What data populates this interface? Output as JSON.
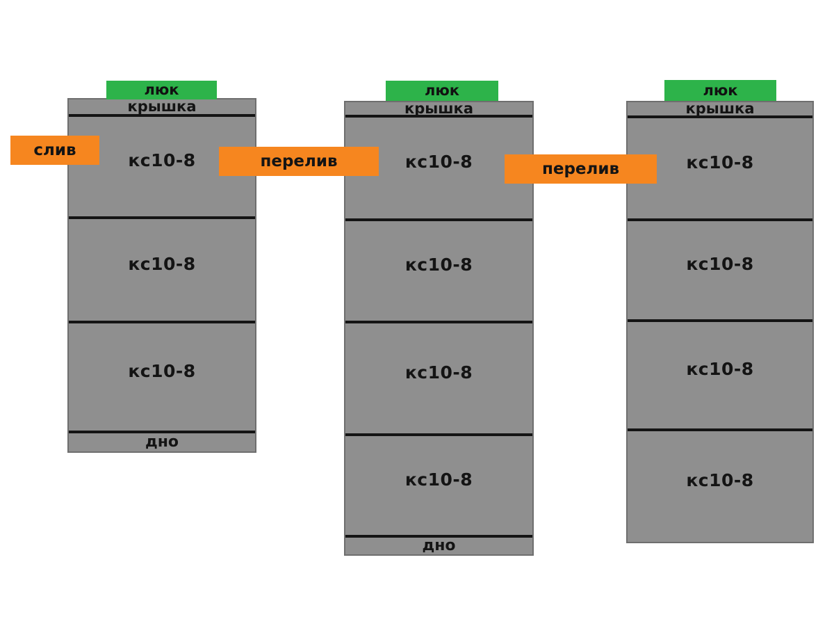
{
  "diagram": {
    "background_color": "#ffffff",
    "colors": {
      "tank_fill": "#8f8f8f",
      "tank_border": "#6e6e6e",
      "divider_line": "#141414",
      "hatch_green": "#2db34a",
      "flow_orange": "#f6861f",
      "label_text": "#141414"
    },
    "flows": {
      "drain": {
        "label": "слив"
      },
      "overflow_1": {
        "label": "перелив"
      },
      "overflow_2": {
        "label": "перелив"
      }
    },
    "tanks": [
      {
        "hatch_label": "люк",
        "cover_label": "крышка",
        "rings": [
          "кс10-8",
          "кс10-8",
          "кс10-8"
        ],
        "bottom_label": "дно"
      },
      {
        "hatch_label": "люк",
        "cover_label": "крышка",
        "rings": [
          "кс10-8",
          "кс10-8",
          "кс10-8",
          "кс10-8"
        ],
        "bottom_label": "дно"
      },
      {
        "hatch_label": "люк",
        "cover_label": "крышка",
        "rings": [
          "кс10-8",
          "кс10-8",
          "кс10-8",
          "кс10-8"
        ]
      }
    ]
  }
}
